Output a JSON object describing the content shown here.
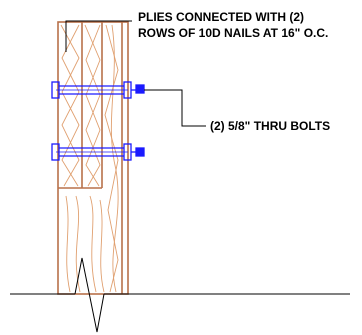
{
  "notes": {
    "plies_line1": "PLIES CONNECTED  WITH (2)",
    "plies_line2": "ROWS OF 10D NAILS AT 16\" O.C.",
    "bolts": "(2) 5/8\" THRU BOLTS"
  },
  "colors": {
    "wood": "#b8714a",
    "grain": "#e0a070",
    "bolt": "#1a1aff",
    "leader": "#000000"
  }
}
